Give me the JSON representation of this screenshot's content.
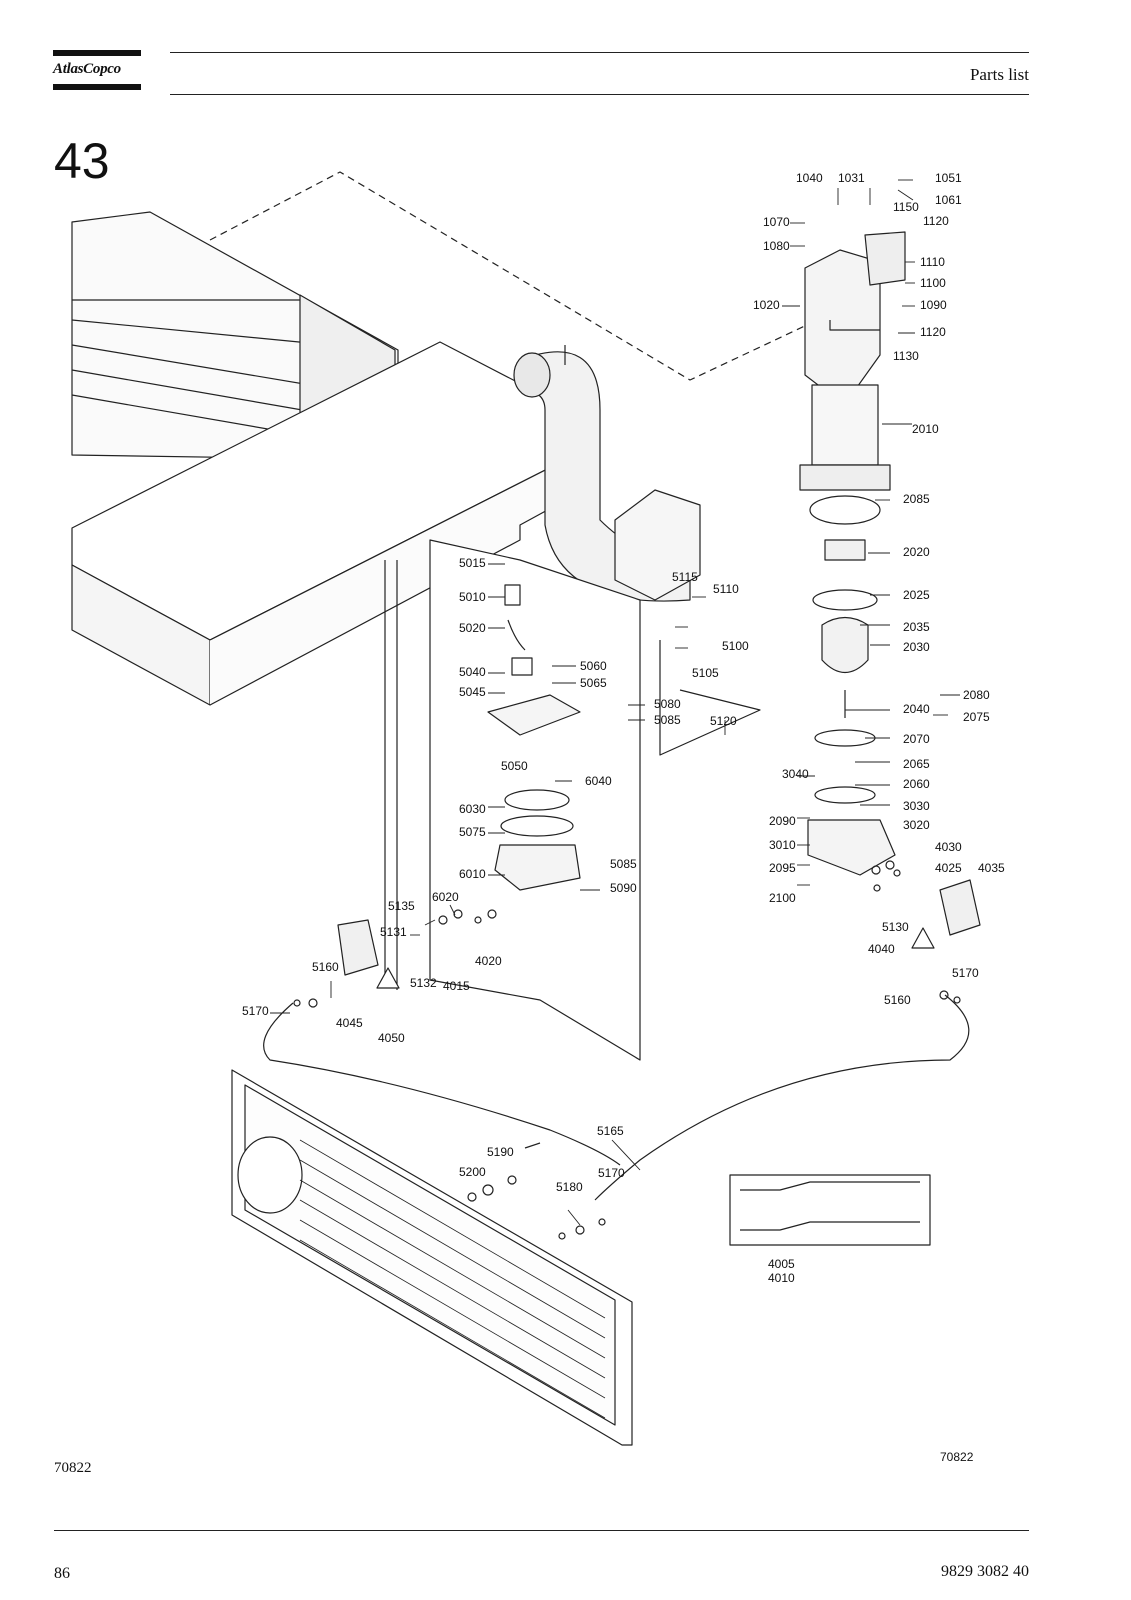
{
  "header": {
    "logo_text": "AtlasCopco",
    "title": "Parts list"
  },
  "section_number": "43",
  "diagram": {
    "callouts": [
      "1040",
      "1031",
      "1051",
      "1061",
      "1150",
      "1120",
      "1070",
      "1080",
      "1110",
      "1100",
      "1020",
      "1090",
      "1120",
      "1130",
      "2010",
      "2085",
      "2020",
      "2025",
      "2035",
      "2030",
      "2080",
      "2040",
      "2075",
      "2070",
      "3040",
      "2065",
      "2060",
      "3030",
      "2090",
      "3020",
      "3010",
      "4030",
      "2095",
      "4025",
      "4035",
      "2100",
      "5130",
      "4040",
      "5170",
      "5160",
      "5015",
      "5115",
      "5010",
      "5110",
      "5020",
      "5100",
      "5060",
      "5040",
      "5105",
      "5065",
      "5045",
      "5080",
      "5085",
      "5120",
      "5050",
      "6040",
      "6030",
      "5075",
      "5085",
      "6010",
      "5090",
      "5135",
      "6020",
      "5131",
      "5160",
      "4020",
      "5132",
      "4015",
      "5170",
      "4045",
      "4050",
      "5165",
      "5190",
      "5200",
      "5170",
      "5180",
      "4005",
      "4010"
    ]
  },
  "footer": {
    "figure_id_left": "70822",
    "figure_id_right": "70822",
    "page_number": "86",
    "document_number": "9829 3082 40"
  }
}
